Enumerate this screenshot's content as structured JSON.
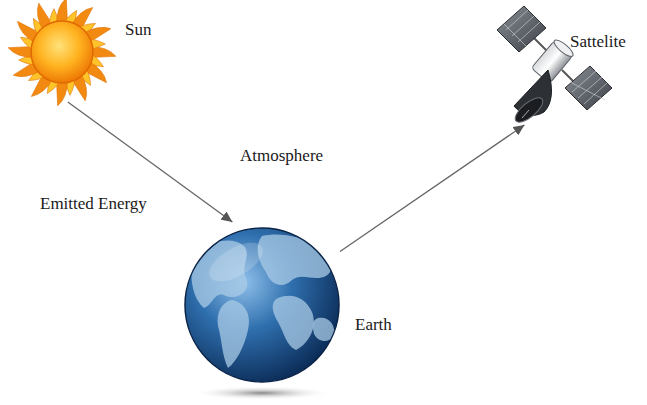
{
  "diagram": {
    "nodes": [
      {
        "text": [
          "Sun"
        ]
      },
      {
        "text": [
          "Sattelite"
        ]
      },
      {
        "text": [
          "Earth"
        ]
      }
    ],
    "edges": [
      {
        "from": 0,
        "to": 2,
        "arrow": "to",
        "label": "Emitted Energy"
      },
      {
        "from": 2,
        "to": 1,
        "arrow": "to"
      }
    ],
    "labels": [
      "Atmosphere"
    ]
  }
}
